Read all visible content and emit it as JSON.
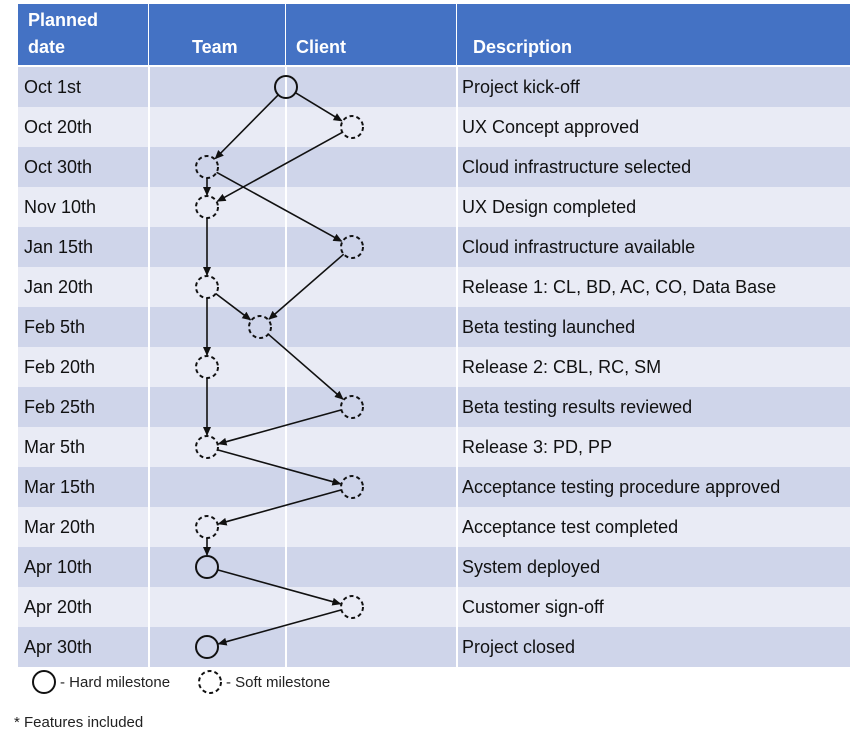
{
  "headers": {
    "planned_date": "Planned date",
    "planned_date_line1": "Planned",
    "planned_date_line2": "date",
    "team": "Team",
    "client": "Client",
    "description": "Description"
  },
  "rows": [
    {
      "date": "Oct 1st",
      "description": "Project kick-off",
      "lane": "client-left",
      "milestone": "hard"
    },
    {
      "date": "Oct 20th",
      "description": "UX Concept approved",
      "lane": "client",
      "milestone": "soft"
    },
    {
      "date": "Oct 30th",
      "description": "Cloud infrastructure selected",
      "lane": "team",
      "milestone": "soft"
    },
    {
      "date": "Nov 10th",
      "description": "UX Design completed",
      "lane": "team",
      "milestone": "soft"
    },
    {
      "date": "Jan 15th",
      "description": "Cloud infrastructure available",
      "lane": "client",
      "milestone": "soft"
    },
    {
      "date": "Jan 20th",
      "description": "Release 1: CL, BD, AC, CO, Data Base",
      "lane": "team",
      "milestone": "soft"
    },
    {
      "date": "Feb 5th",
      "description": "Beta testing launched",
      "lane": "middle",
      "milestone": "soft"
    },
    {
      "date": "Feb 20th",
      "description": "Release 2: CBL, RC, SM",
      "lane": "team",
      "milestone": "soft"
    },
    {
      "date": "Feb 25th",
      "description": "Beta testing results reviewed",
      "lane": "client",
      "milestone": "soft"
    },
    {
      "date": "Mar 5th",
      "description": "Release 3: PD, PP",
      "lane": "team",
      "milestone": "soft"
    },
    {
      "date": "Mar 15th",
      "description": "Acceptance testing procedure approved",
      "lane": "client",
      "milestone": "soft"
    },
    {
      "date": "Mar 20th",
      "description": "Acceptance test completed",
      "lane": "team",
      "milestone": "soft"
    },
    {
      "date": "Apr 10th",
      "description": "System deployed",
      "lane": "team",
      "milestone": "hard"
    },
    {
      "date": "Apr 20th",
      "description": "Customer sign-off",
      "lane": "client",
      "milestone": "soft"
    },
    {
      "date": "Apr 30th",
      "description": "Project closed",
      "lane": "team",
      "milestone": "hard"
    }
  ],
  "edges": [
    [
      0,
      1
    ],
    [
      0,
      2
    ],
    [
      1,
      3
    ],
    [
      2,
      3
    ],
    [
      2,
      4
    ],
    [
      3,
      5
    ],
    [
      4,
      6
    ],
    [
      5,
      6
    ],
    [
      5,
      7
    ],
    [
      6,
      8
    ],
    [
      7,
      9
    ],
    [
      8,
      9
    ],
    [
      9,
      10
    ],
    [
      10,
      11
    ],
    [
      11,
      12
    ],
    [
      12,
      13
    ],
    [
      13,
      14
    ]
  ],
  "legend": {
    "hard_label": "- Hard milestone",
    "soft_label": "- Soft milestone"
  },
  "footnote": "* Features included",
  "colors": {
    "header": "#4472c4",
    "row_odd": "#cfd5ea",
    "row_even": "#e9ebf5",
    "ink": "#111111"
  }
}
